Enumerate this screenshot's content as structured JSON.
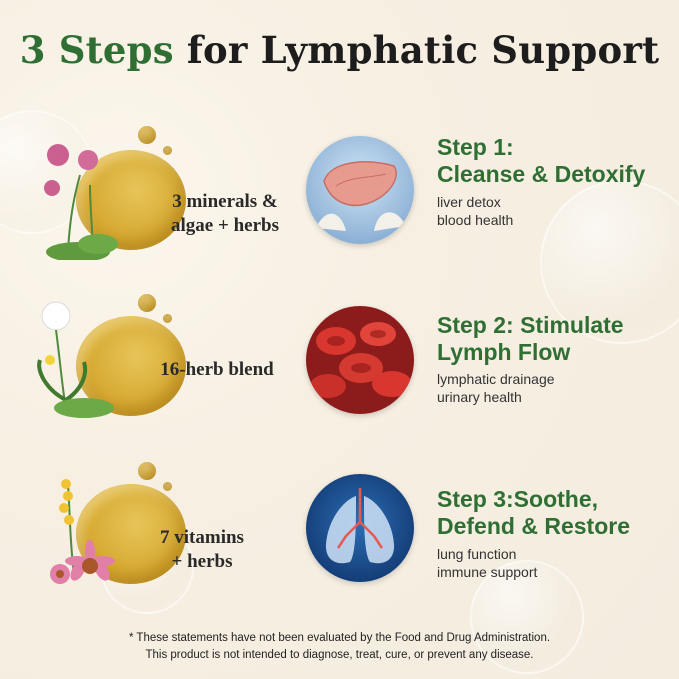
{
  "header": {
    "title_accent": "3 Steps",
    "title_rest": " for Lymphatic Support"
  },
  "steps": [
    {
      "ingredient_lines": [
        "3 minerals &",
        "algae + herbs"
      ],
      "image_icon": "liver-icon",
      "title_lines": [
        "Step 1:",
        "Cleanse & Detoxify"
      ],
      "desc_lines": [
        "liver detox",
        "blood health"
      ]
    },
    {
      "ingredient_lines": [
        "16-herb blend"
      ],
      "image_icon": "red-blood-cells-icon",
      "title_lines": [
        "Step 2: Stimulate",
        "Lymph Flow"
      ],
      "desc_lines": [
        "lymphatic drainage",
        "urinary health"
      ]
    },
    {
      "ingredient_lines": [
        "7 vitamins",
        "+ herbs"
      ],
      "image_icon": "lungs-icon",
      "title_lines": [
        "Step 3:Soothe,",
        "Defend & Restore"
      ],
      "desc_lines": [
        "lung function",
        "immune support"
      ]
    }
  ],
  "disclaimer": {
    "line1": "* These statements have not been evaluated by the Food and Drug Administration.",
    "line2": "This product is not intended to diagnose, treat, cure, or prevent any disease."
  },
  "colors": {
    "accent_green": "#2f6f34",
    "gold": "#d7ab33",
    "background": "#f6efe2"
  }
}
